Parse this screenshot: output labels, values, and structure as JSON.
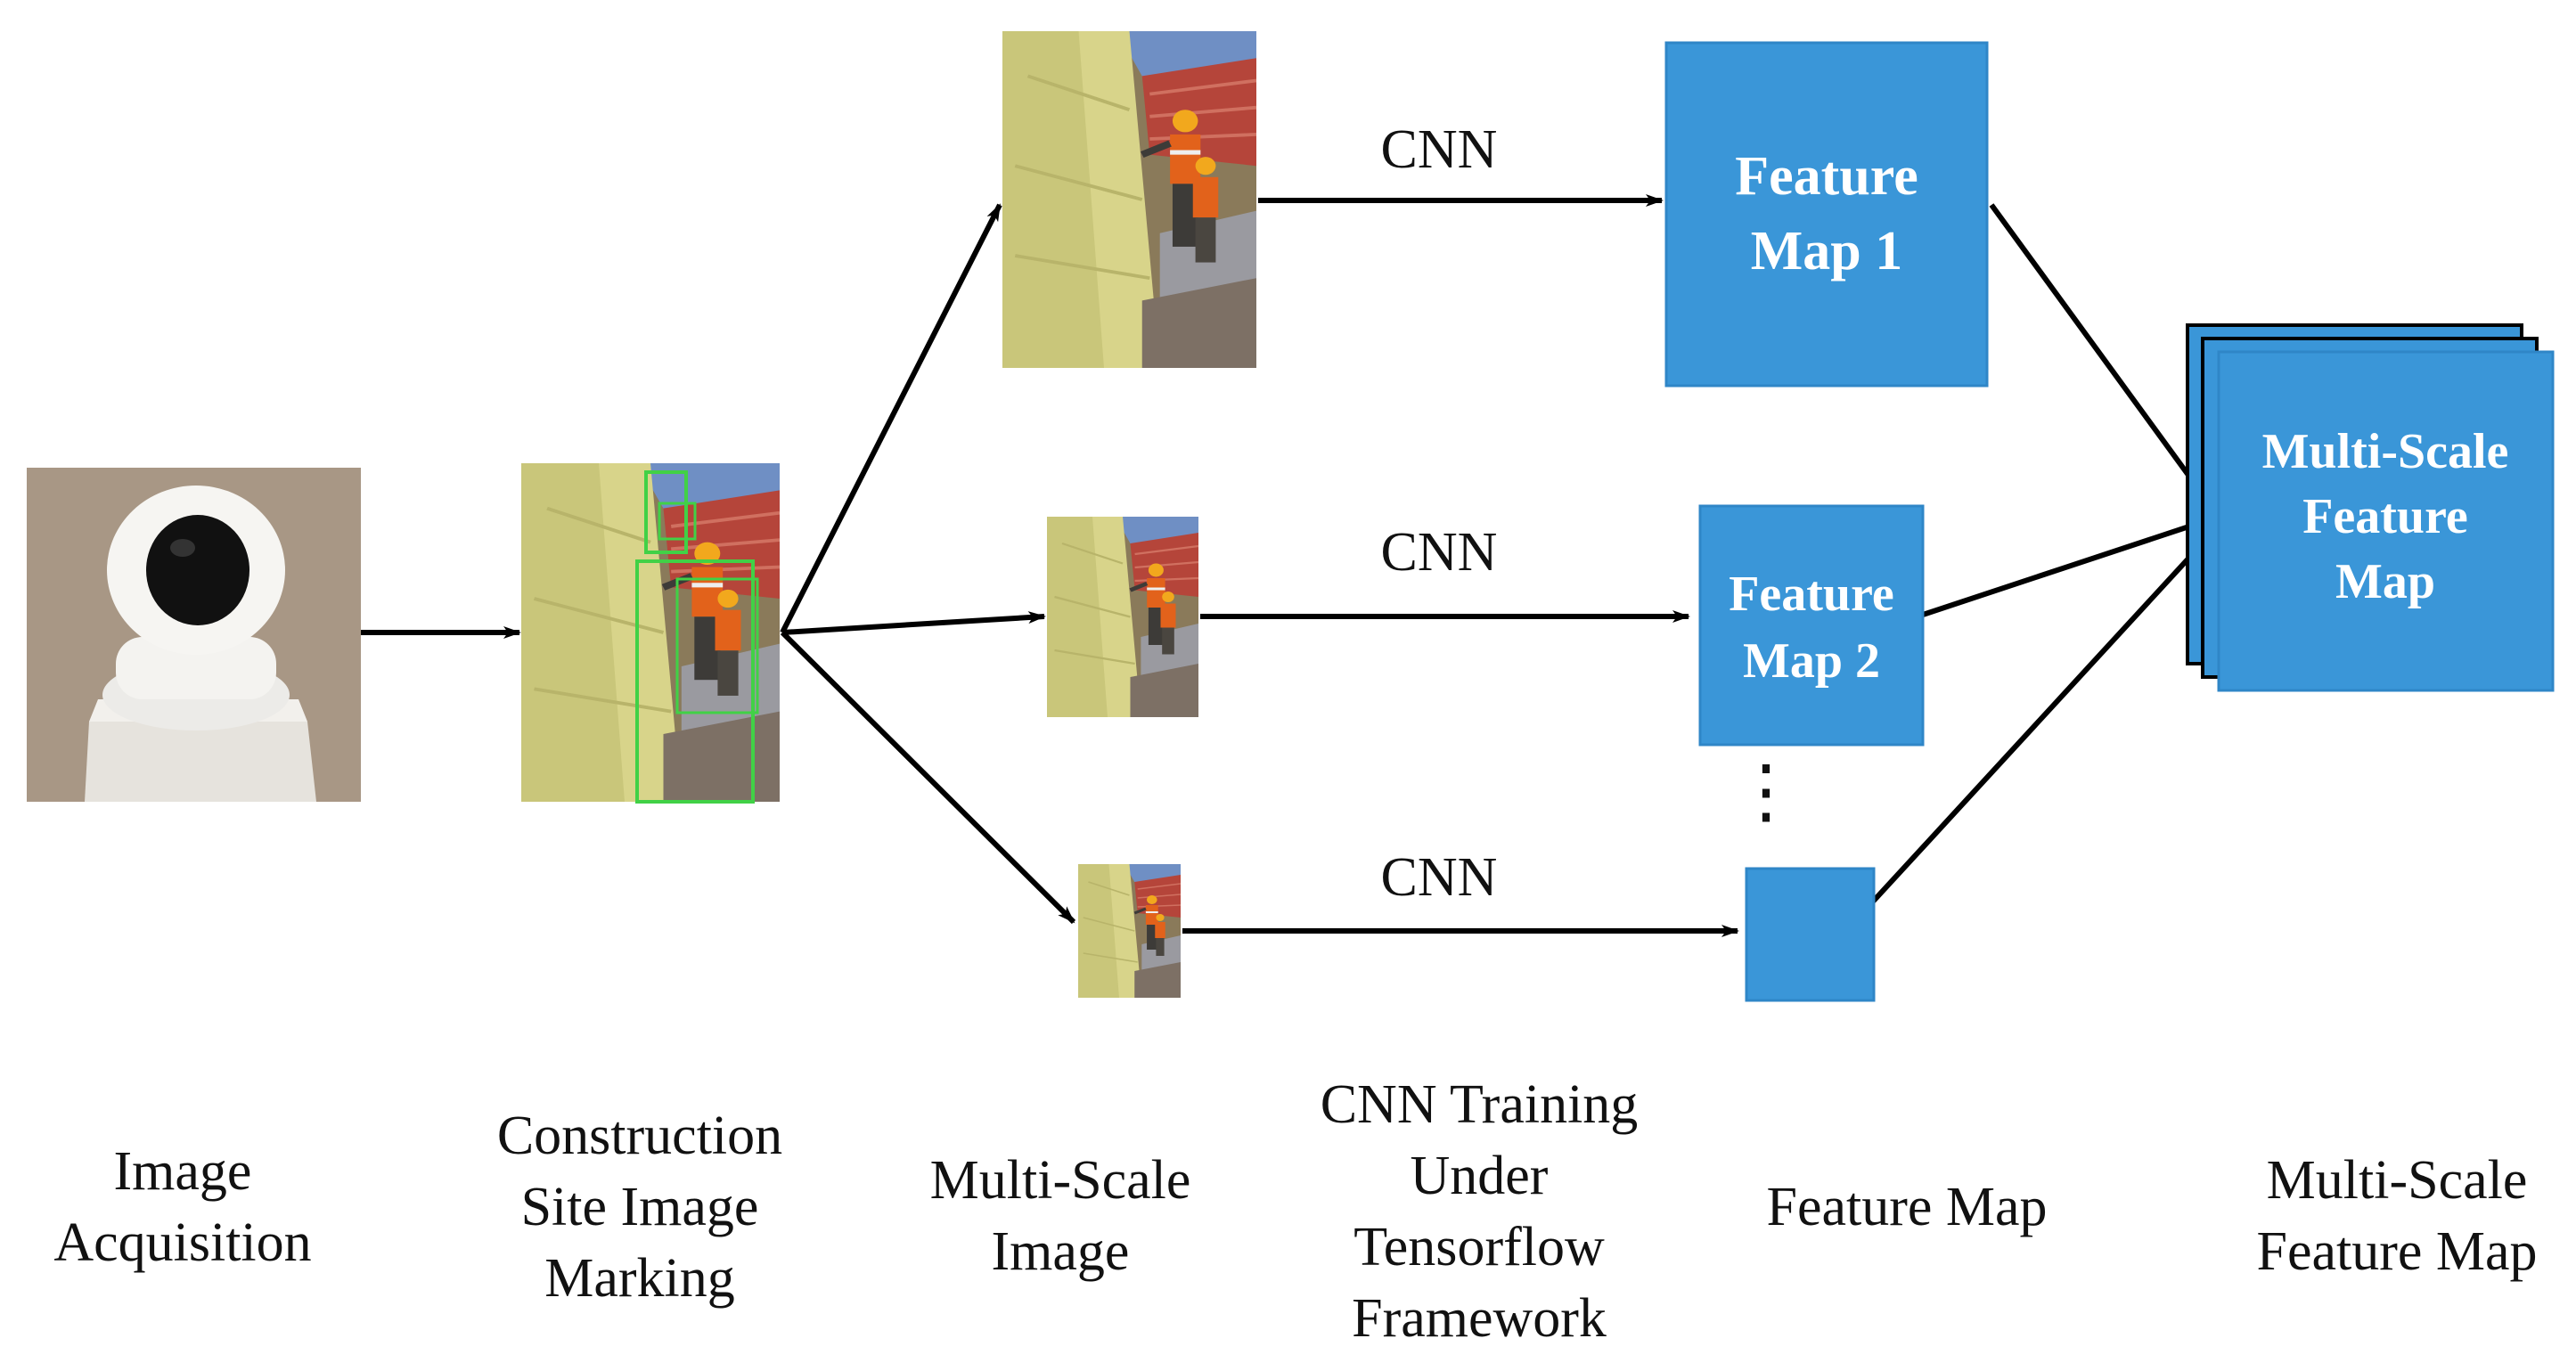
{
  "colors": {
    "feature_box": "#3a96d8",
    "feature_box_edge": "#2f86c7",
    "arrow": "#000000",
    "text": "#111111",
    "background": "#ffffff"
  },
  "pipeline": {
    "camera": {
      "icon": "camera-image"
    },
    "site_image": {
      "icon": "construction-site-marked-image"
    },
    "scaled_images": [
      {
        "icon": "construction-site-image-large"
      },
      {
        "icon": "construction-site-image-medium"
      },
      {
        "icon": "construction-site-image-small"
      }
    ],
    "cnn_labels": [
      "CNN",
      "CNN",
      "CNN"
    ],
    "feature_maps": [
      {
        "line1": "Feature",
        "line2": "Map 1"
      },
      {
        "line1": "Feature",
        "line2": "Map 2"
      },
      {
        "line1": "",
        "line2": ""
      }
    ],
    "ellipsis": "⋮",
    "multi_scale_map": {
      "line1": "Multi-Scale",
      "line2": "Feature",
      "line3": "Map"
    }
  },
  "stage_labels": [
    {
      "lines": [
        "Image",
        "Acquisition"
      ]
    },
    {
      "lines": [
        "Construction",
        "Site Image",
        "Marking"
      ]
    },
    {
      "lines": [
        "Multi-Scale",
        "Image"
      ]
    },
    {
      "lines": [
        "CNN Training",
        "Under",
        "Tensorflow",
        "Framework"
      ]
    },
    {
      "lines": [
        "Feature Map"
      ]
    },
    {
      "lines": [
        "Multi-Scale",
        "Feature Map"
      ]
    }
  ]
}
